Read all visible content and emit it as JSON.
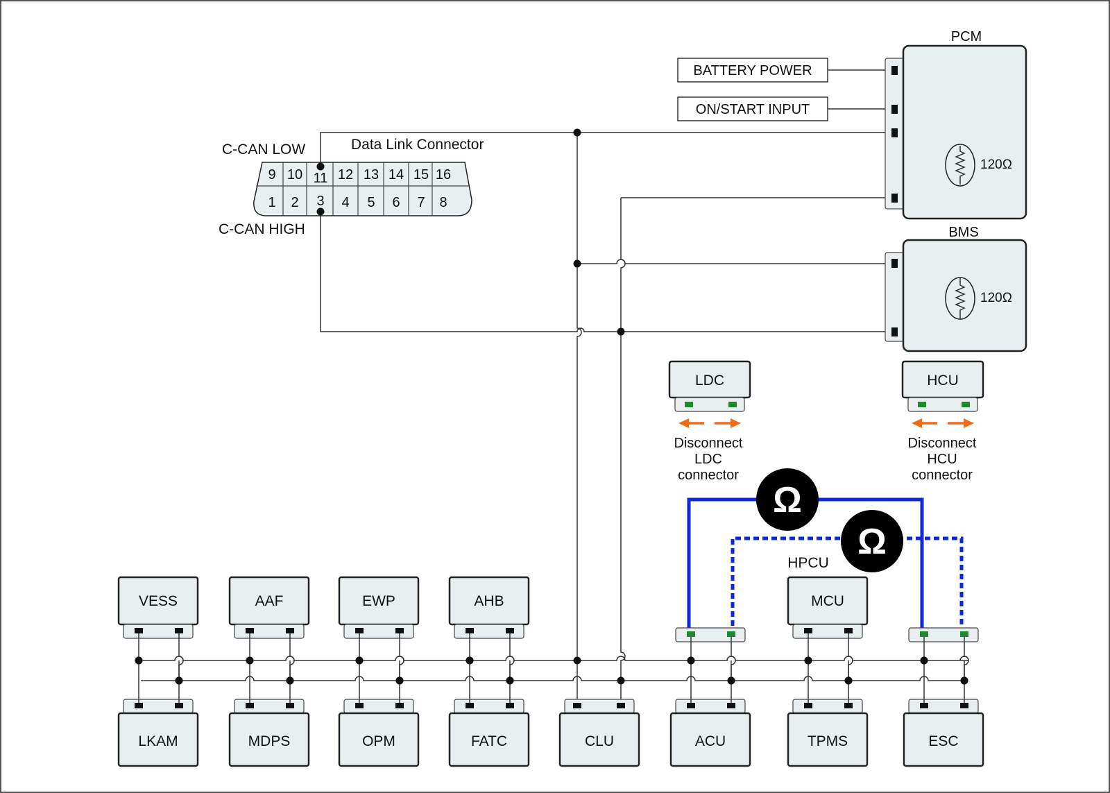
{
  "dlc": {
    "title": "Data Link Connector",
    "low_label": "C-CAN LOW",
    "high_label": "C-CAN HIGH",
    "top_pins": [
      "9",
      "10",
      "11",
      "12",
      "13",
      "14",
      "15",
      "16"
    ],
    "bottom_pins": [
      "1",
      "2",
      "3",
      "4",
      "5",
      "6",
      "7",
      "8"
    ]
  },
  "inputs": {
    "battery": "BATTERY POWER",
    "on_start": "ON/START INPUT"
  },
  "pcm": {
    "label": "PCM",
    "resistor": "120Ω"
  },
  "bms": {
    "label": "BMS",
    "resistor": "120Ω"
  },
  "disconnect": {
    "ldc": {
      "module": "LDC",
      "line1": "Disconnect",
      "line2": "LDC",
      "line3": "connector"
    },
    "hcu": {
      "module": "HCU",
      "line1": "Disconnect",
      "line2": "HCU",
      "line3": "connector"
    }
  },
  "meter_symbol": "Ω",
  "hpcu_label": "HPCU",
  "top_modules": [
    "VESS",
    "AAF",
    "EWP",
    "AHB",
    "MCU"
  ],
  "bottom_modules": [
    "LKAM",
    "MDPS",
    "OPM",
    "FATC",
    "CLU",
    "ACU",
    "TPMS",
    "ESC"
  ],
  "colors": {
    "measurement_wire": "#1029d6",
    "disconnect_arrow": "#f06a18",
    "test_pin": "#1e8a2e",
    "module_fill": "#e9eff0"
  }
}
